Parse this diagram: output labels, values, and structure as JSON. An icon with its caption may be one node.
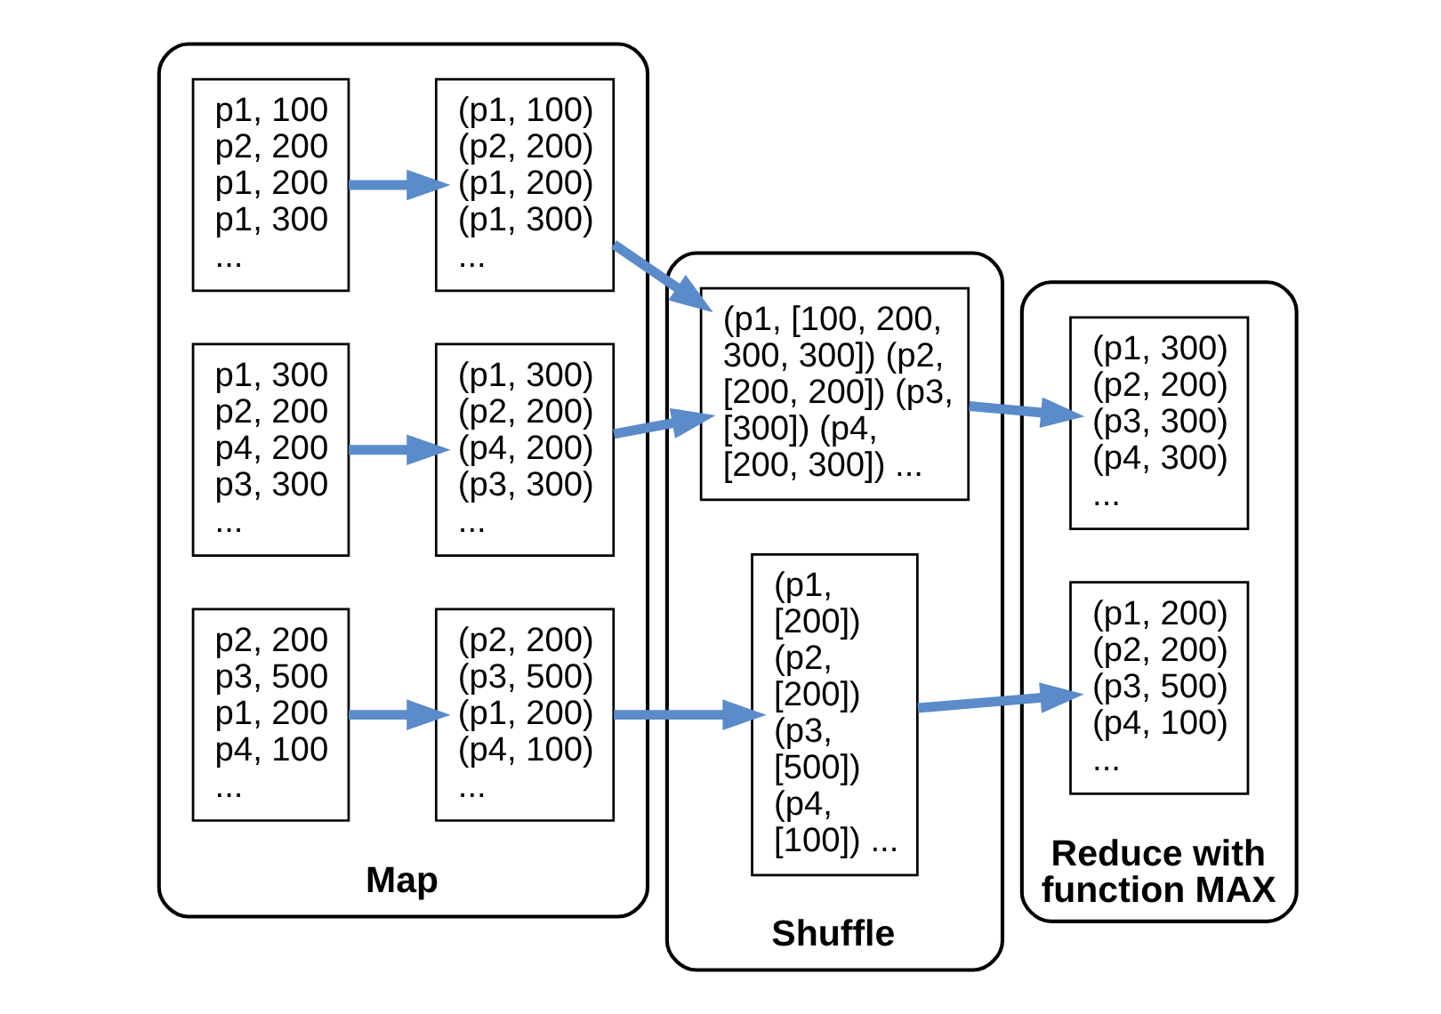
{
  "diagram": {
    "nodes": [
      {
        "text": [
          "Map"
        ]
      },
      {
        "text": [
          "p1, 100 p2, 200 p1, 200 p1, 300 ..."
        ],
        "in": 0
      },
      {
        "text": [
          "(p1, 100) (p2, 200) (p1, 200) (p1, 300) ..."
        ],
        "in": 0
      },
      {
        "text": [
          "p1, 300 p2, 200 p4, 200 p3, 300 ..."
        ],
        "in": 0
      },
      {
        "text": [
          "(p1, 300) (p2, 200) (p4, 200) (p3, 300) ..."
        ],
        "in": 0
      },
      {
        "text": [
          "p2, 200 p3, 500 p1, 200 p4, 100 ..."
        ],
        "in": 0
      },
      {
        "text": [
          "(p2, 200) (p3, 500) (p1, 200) (p4, 100) ..."
        ],
        "in": 0
      },
      {
        "text": [
          "Shuffle"
        ]
      },
      {
        "text": [
          "(p1, [100, 200, 300, 300]) (p2, [200, 200]) (p3, [300]) (p4, [200, 300]) ..."
        ],
        "in": 7
      },
      {
        "text": [
          "(p1, [200]) (p2, [200]) (p3, [500]) (p4, [100]) ..."
        ],
        "in": 7
      },
      {
        "text": [
          "Reduce with function MAX"
        ]
      },
      {
        "text": [
          "(p1, 300) (p2, 200) (p3, 300) (p4, 300) ..."
        ],
        "in": 10
      },
      {
        "text": [
          "(p1, 200) (p2, 200) (p3, 500) (p4, 100) ..."
        ],
        "in": 10
      }
    ],
    "edges": [
      {
        "from": 1,
        "to": 2,
        "arrow": "to"
      },
      {
        "from": 3,
        "to": 4,
        "arrow": "to"
      },
      {
        "from": 5,
        "to": 6,
        "arrow": "to"
      },
      {
        "from": 2,
        "to": 8,
        "arrow": "to"
      },
      {
        "from": 4,
        "to": 8,
        "arrow": "to"
      },
      {
        "from": 6,
        "to": 9,
        "arrow": "to"
      },
      {
        "from": 8,
        "to": 11,
        "arrow": "to"
      },
      {
        "from": 9,
        "to": 12,
        "arrow": "to"
      }
    ]
  }
}
